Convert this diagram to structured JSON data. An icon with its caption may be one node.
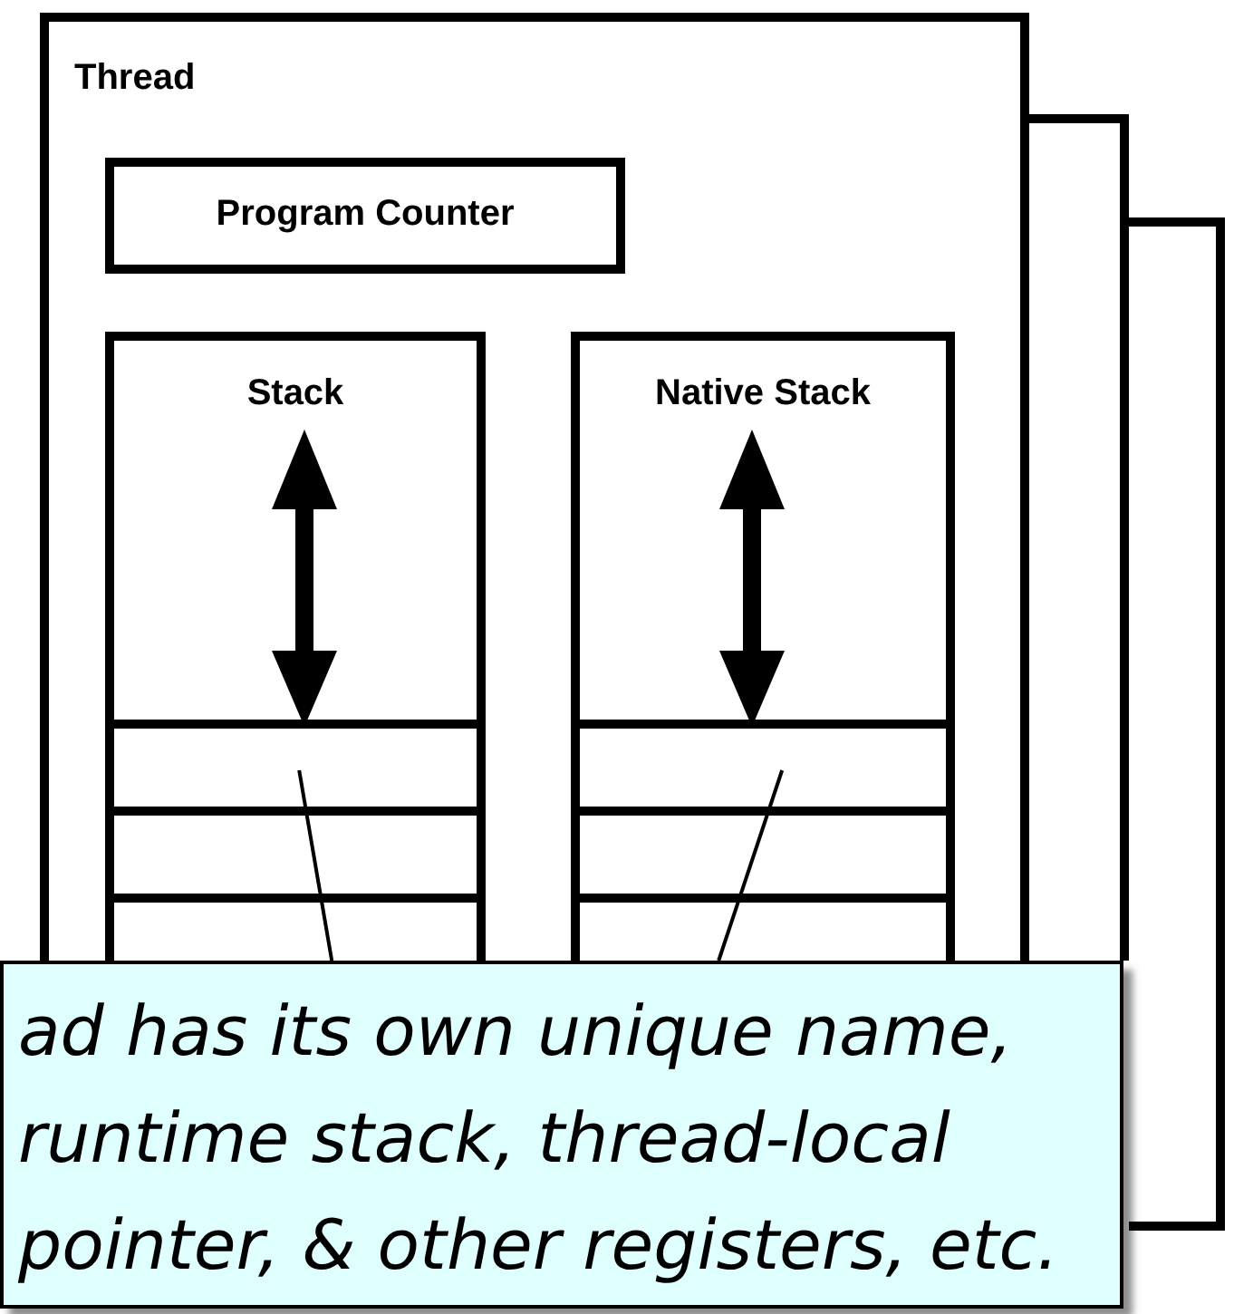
{
  "diagram": {
    "nodes": [
      {
        "text": [
          "Thread"
        ]
      },
      {
        "text": [],
        "shape": "box"
      },
      {
        "text": [],
        "shape": "box"
      },
      {
        "text": [
          "Program Counter"
        ],
        "in": 0
      },
      {
        "text": [
          "Stack"
        ],
        "in": 0
      },
      {
        "text": [
          "Native Stack"
        ],
        "in": 0
      },
      {
        "text": [],
        "shape": "box",
        "in": 4
      },
      {
        "text": [],
        "shape": "box",
        "in": 4
      },
      {
        "text": [],
        "shape": "box",
        "in": 4
      },
      {
        "text": [],
        "shape": "box",
        "in": 5
      },
      {
        "text": [],
        "shape": "box",
        "in": 5
      },
      {
        "text": [],
        "shape": "box",
        "in": 5
      },
      {
        "text": [
          "ad has its own unique name, runtime stack, thread-local pointer, & other registers, etc."
        ]
      }
    ],
    "edges": [
      {
        "from": 12,
        "to": 6,
        "arrow": "none"
      },
      {
        "from": 12,
        "to": 9,
        "arrow": "none"
      }
    ]
  }
}
